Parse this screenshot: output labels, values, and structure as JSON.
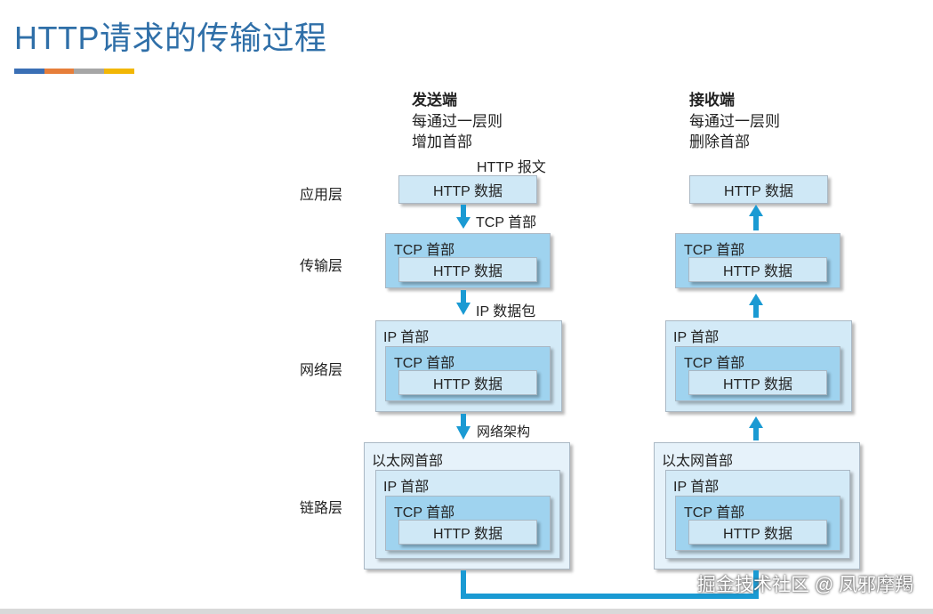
{
  "slide": {
    "title": "HTTP请求的传输过程",
    "accent_colors": [
      "#3a6fb5",
      "#e67e3a",
      "#a6a6a6",
      "#f2b705"
    ]
  },
  "sender": {
    "heading": "发送端",
    "note_line1": "每通过一层则",
    "note_line2": "增加首部",
    "http_message_label": "HTTP 报文"
  },
  "receiver": {
    "heading": "接收端",
    "note_line1": "每通过一层则",
    "note_line2": "删除首部"
  },
  "layers": {
    "application": "应用层",
    "transport": "传输层",
    "network": "网络层",
    "link": "链路层"
  },
  "labels": {
    "http_data": "HTTP 数据",
    "tcp_header": "TCP 首部",
    "ip_header": "IP 首部",
    "ethernet_header": "以太网首部"
  },
  "arrow_labels": {
    "to_transport": "TCP 首部",
    "to_network": "IP 数据包",
    "to_link": "网络架构"
  },
  "colors": {
    "arrow": "#1a9ad3",
    "title": "#2f6fa8"
  },
  "watermark": "掘金技术社区 @ 凤邪摩羯"
}
